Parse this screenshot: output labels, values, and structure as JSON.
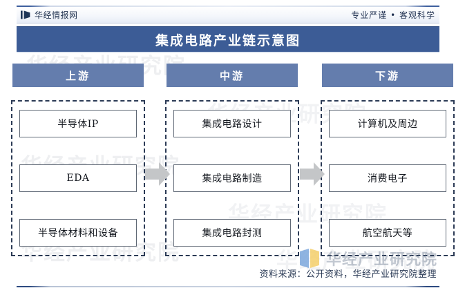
{
  "header": {
    "brand": "华经情报网",
    "brand_icon": "book-mark-icon",
    "tagline": "专业严谨 • 客观科学"
  },
  "title": "集成电路产业链示意图",
  "colors": {
    "title_bar": "#3c5c96",
    "column_header": "#647dad",
    "dashed_border": "#2b3a55",
    "arrow": "#c4c6c8",
    "item_border": "#5f6875"
  },
  "columns": [
    {
      "header": "上游",
      "items": [
        "半导体IP",
        "EDA",
        "半导体材料和设备"
      ]
    },
    {
      "header": "中游",
      "items": [
        "集成电路设计",
        "集成电路制造",
        "集成电路封测"
      ]
    },
    {
      "header": "下游",
      "items": [
        "计算机及周边",
        "消费电子",
        "航空航天等"
      ]
    }
  ],
  "arrows": [
    {
      "name": "arrow-upstream-to-midstream",
      "direction": "right"
    },
    {
      "name": "arrow-midstream-to-downstream",
      "direction": "right"
    }
  ],
  "watermark": {
    "text": "华经产业研究院",
    "logo_text": "华经产业研究院"
  },
  "footer": {
    "source": "资料来源：公开资料，华经产业研究院整理"
  }
}
